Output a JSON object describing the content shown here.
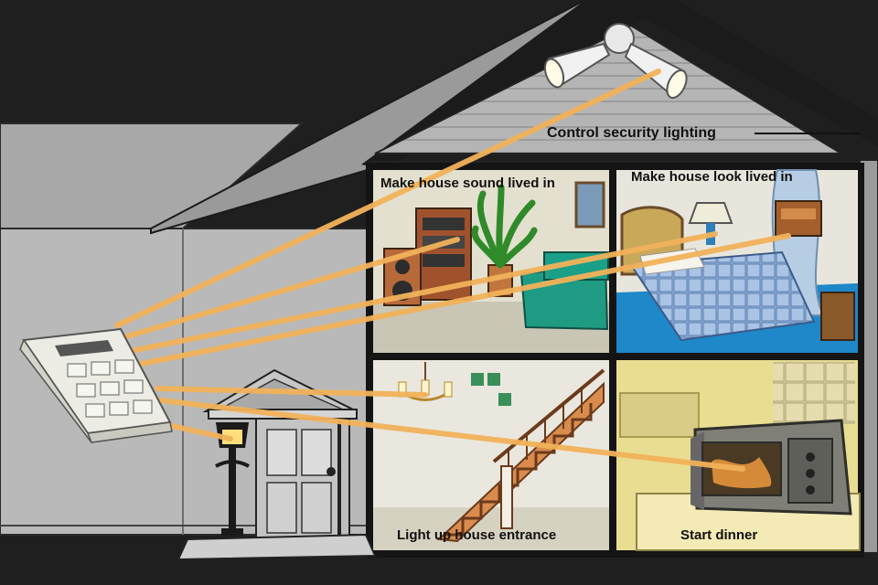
{
  "labels": {
    "security_lighting": "Control security lighting",
    "sound_lived_in": "Make house sound lived in",
    "look_lived_in": "Make house look lived in",
    "entrance": "Light up house entrance",
    "dinner": "Start dinner"
  },
  "colors": {
    "background": "#1f1f1f",
    "house_wall": "#b7b7b7",
    "roof": "#9c9c9c",
    "beam": "#f2b25a",
    "room_frame": "#141414",
    "carpet": "#1e88c8",
    "sofa": "#1f9b84",
    "kitchen": "#e9dd92"
  },
  "icons": [
    "remote-controller-icon",
    "floodlight-icon",
    "stereo-icon",
    "plant-icon",
    "lamp-icon",
    "bed-icon",
    "chandelier-icon",
    "staircase-icon",
    "microwave-icon",
    "lamp-post-icon",
    "front-door-icon"
  ]
}
